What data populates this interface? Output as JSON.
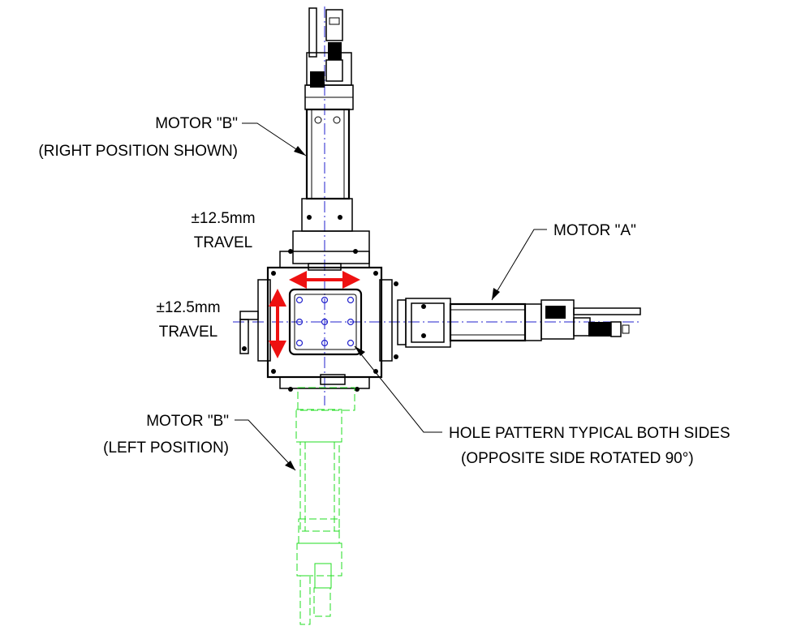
{
  "colors": {
    "outline": "#000000",
    "centerline": "#2222cc",
    "phantom": "#22dd22",
    "travel_arrow": "#ee1111"
  },
  "labels": {
    "motor_b_right": [
      "MOTOR \"B\"",
      "(RIGHT POSITION SHOWN)"
    ],
    "motor_a": "MOTOR \"A\"",
    "travel_top": [
      "±12.5mm",
      "TRAVEL"
    ],
    "travel_left": [
      "±12.5mm",
      "TRAVEL"
    ],
    "motor_b_left": [
      "MOTOR \"B\"",
      "(LEFT POSITION)"
    ],
    "hole_pattern": [
      "HOLE PATTERN TYPICAL BOTH SIDES",
      "(OPPOSITE SIDE ROTATED 90°)"
    ]
  }
}
